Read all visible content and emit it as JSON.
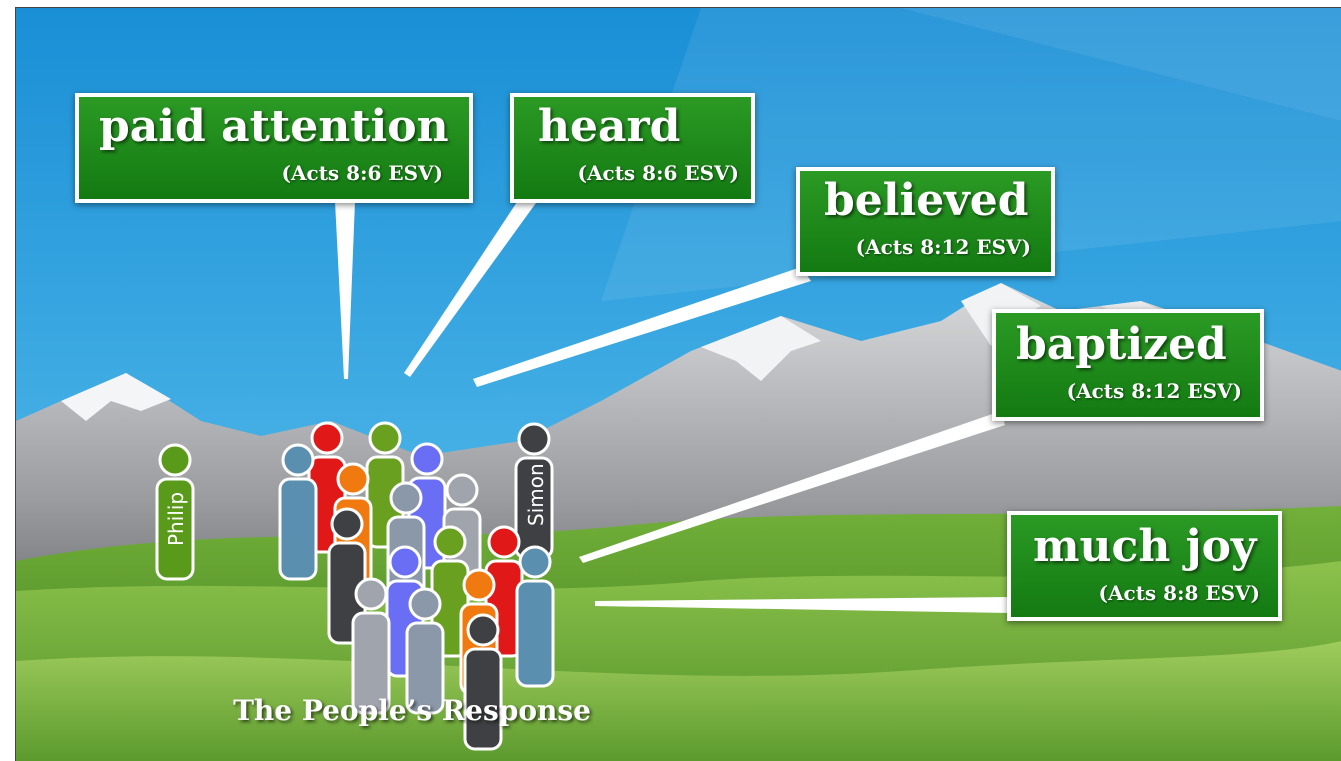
{
  "callouts": [
    {
      "id": "paid-attention",
      "word": "paid attention",
      "ref": "(Acts 8:6 ESV)"
    },
    {
      "id": "heard",
      "word": "heard",
      "ref": "(Acts 8:6 ESV)"
    },
    {
      "id": "believed",
      "word": "believed",
      "ref": "(Acts 8:12 ESV)"
    },
    {
      "id": "baptized",
      "word": "baptized",
      "ref": "(Acts 8:12 ESV)"
    },
    {
      "id": "much-joy",
      "word": "much joy",
      "ref": "(Acts 8:8 ESV)"
    }
  ],
  "figures": {
    "philip": "Philip",
    "simon": "Simon"
  },
  "caption": "The People’s Response",
  "colors": {
    "sky_top": "#1a8fd6",
    "sky_bottom": "#5cc3ee",
    "callout_green": "#1f8a1a",
    "grass": "#6aab3a"
  }
}
